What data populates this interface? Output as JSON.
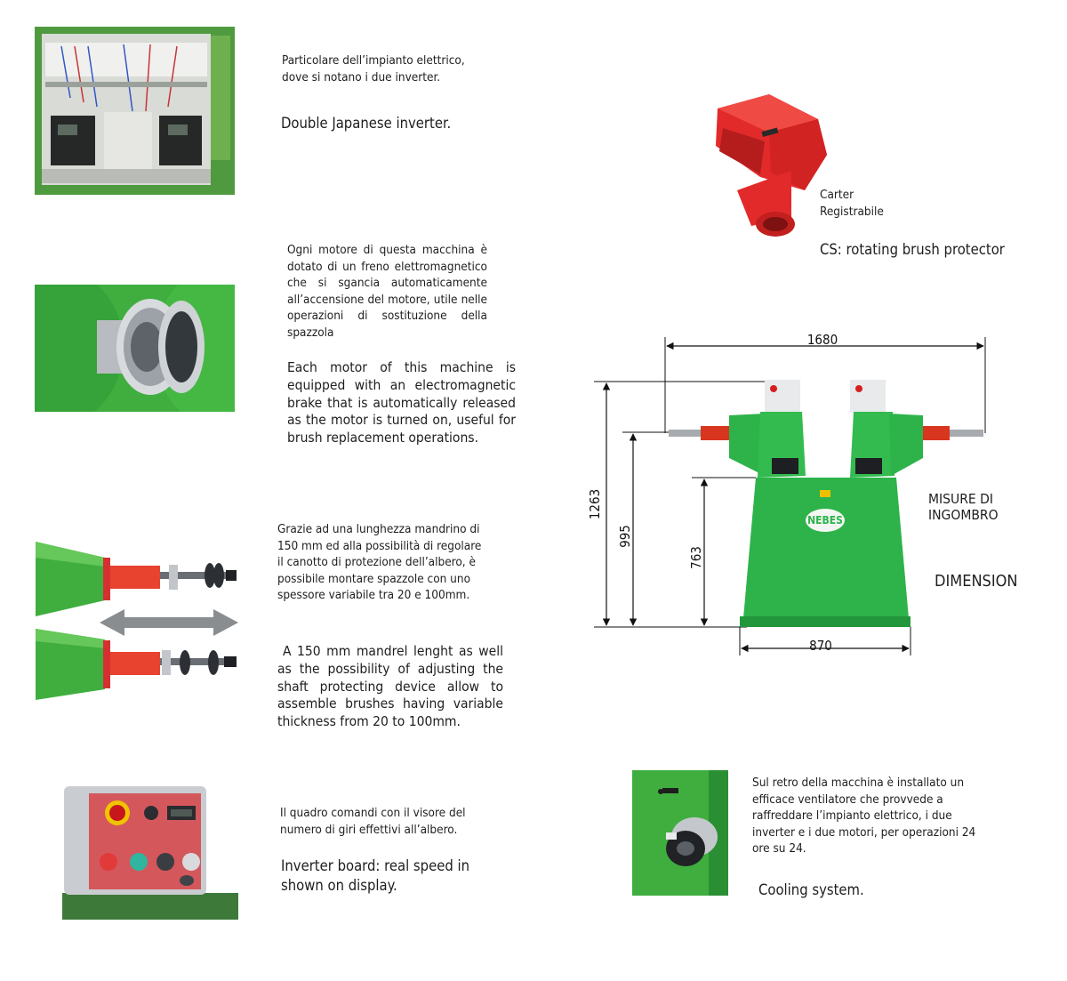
{
  "section_inverter": {
    "it_text": "Particolare dell’impianto elettrico, dove si notano i due inverter.",
    "en_text": "Double Japanese inverter."
  },
  "section_brake": {
    "it_text": "Ogni motore di questa macchina è dotato di un freno elettromagnetico che si sgancia automaticamente all’accensione del motore, utile nelle operazioni di sostituzione della spazzola",
    "en_text": "Each motor of this machine is equipped with an electromagnetic brake  that is automatically released as the motor is turned on, useful  for brush replacement operations."
  },
  "section_mandrel": {
    "it_text": "Grazie ad una lunghezza mandrino di 150 mm ed alla possibilità di regolare il canotto di protezione dell’albero, è possibile montare spazzole con uno spessore variabile tra 20 e 100mm.",
    "en_text": "A 150  mm mandrel lenght  as well as the possibility of adjusting the shaft protecting device allow to assemble brushes having  variable thickness from 20  to  100mm."
  },
  "section_control": {
    "it_text": "Il quadro comandi con il visore del numero di giri effettivi all’albero.",
    "en_text": "Inverter board: real speed in shown on display."
  },
  "section_guard": {
    "label_line1": "Carter",
    "label_line2": "Registrabile",
    "en_text": "CS: rotating brush protector"
  },
  "section_dimensions": {
    "width_total": "1680",
    "height_total": "1263",
    "height_shaft": "995",
    "height_base": "763",
    "base_width": "870",
    "label_it_line1": "MISURE DI",
    "label_it_line2": "INGOMBRO",
    "label_en": "DIMENSION",
    "logo_text": "NEBES"
  },
  "section_cooling": {
    "it_text": "Sul retro della macchina è installato un efficace ventilatore che provvede a raffreddare l’impianto elettrico, i due inverter e i due motori, per operazioni 24 ore su 24.",
    "en_text": "Cooling system."
  },
  "colors": {
    "machine_green": "#2db34a",
    "guard_red": "#e22a2a",
    "sleeve_red": "#e8432f",
    "panel_red": "#d4575c"
  }
}
